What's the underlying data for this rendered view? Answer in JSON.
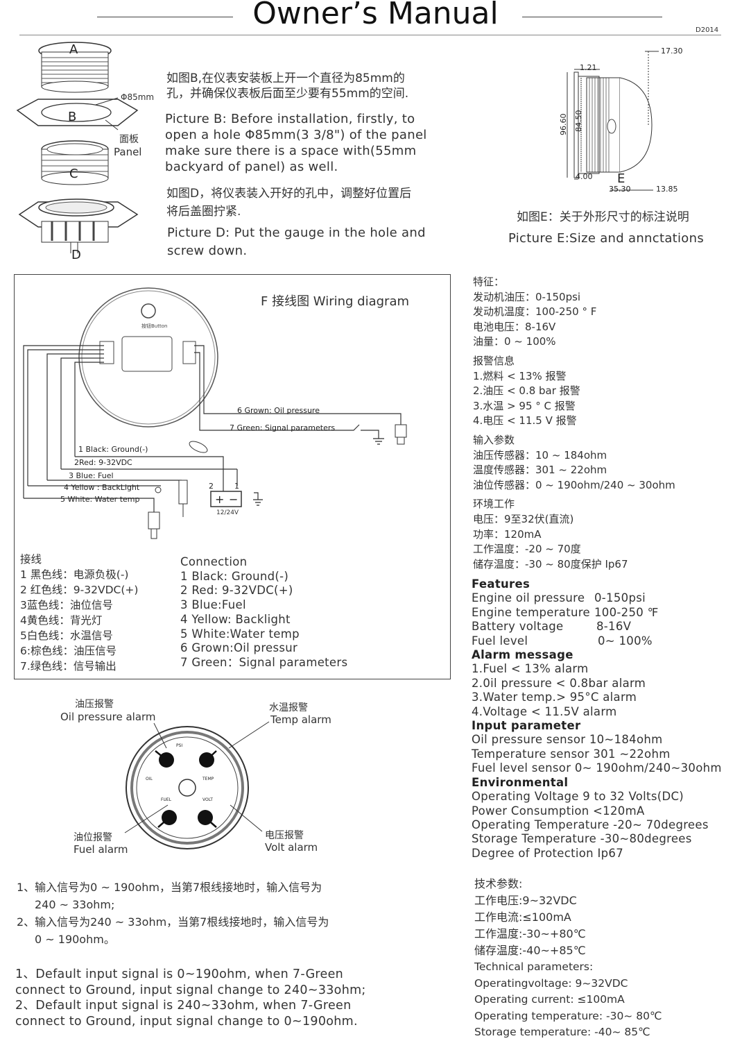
{
  "header": {
    "title": "Owner’s Manual",
    "code": "D2014"
  },
  "install": {
    "labels": {
      "a": "A",
      "b": "B",
      "c": "C",
      "d": "D",
      "hole": "Φ85mm",
      "panel_cn": "面板",
      "panel_en": "Panel"
    },
    "b_cn": [
      "如图B,在仪表安装板上开一个直径为85mm的",
      "孔，并确保仪表板后面至少要有55mm的空间."
    ],
    "b_en": [
      "Picture B: Before installation, firstly, to",
      "open a hole Φ85mm(3 3/8\") of the panel",
      "make sure there is a space with(55mm",
      "backyard of panel) as well."
    ],
    "d_cn": [
      "如图D，将仪表装入开好的孔中，调整好位置后",
      "将后盖圈拧紧."
    ],
    "d_en": [
      "Picture D: Put the gauge in the hole and",
      "screw down."
    ]
  },
  "dimensions": {
    "values": {
      "d1": "17.30",
      "d2": "1.21",
      "d3": "96.60",
      "d4": "84.50",
      "d5": "4.00",
      "d6": "35.30",
      "d7": "13.85",
      "label": "E"
    },
    "caption_cn": "如图E：关于外形尺寸的标注说明",
    "caption_en": "Picture E:Size and annctations"
  },
  "wiring": {
    "title": "F 接线图 Wiring diagram",
    "button_label": "按钮Button",
    "voltage_label": "12/24V",
    "wire_nums": [
      "2",
      "1"
    ],
    "wires": [
      "6 Grown: Oil pressure",
      "7 Green: Signal parameters",
      "1 Black: Ground(-)",
      "2Red: 9-32VDC",
      "3 Blue: Fuel",
      "4 Yellow : BackLight",
      "5 White: Water temp"
    ],
    "conn_cn_title": "接线",
    "conn_cn": [
      "1 黑色线：电源负极(-)",
      "2 红色线：9-32VDC(+)",
      "3蓝色线：油位信号",
      "4黄色线：背光灯",
      "5白色线：水温信号",
      "6:棕色线：油压信号",
      "7.绿色线：信号输出"
    ],
    "conn_en_title": "Connection",
    "conn_en": [
      "1 Black: Ground(-)",
      "2 Red: 9-32VDC(+)",
      "3 Blue:Fuel",
      "4 Yellow: Backlight",
      "5 White:Water temp",
      "6 Grown:Oil pressur",
      "7 Green：Signal parameters"
    ]
  },
  "specs_cn": {
    "features_title": "特征：",
    "features": [
      "发动机油压：0-150psi",
      "发动机温度：100-250 ° F",
      "电池电压：8-16V",
      "油量：0 ~ 100%"
    ],
    "alarm_title": "报警信息",
    "alarm": [
      "1.燃料 < 13% 报警",
      "2.油压 < 0.8 bar 报警",
      "3.水温 > 95 ° C 报警",
      "4.电压 < 11.5 V 报警"
    ],
    "input_title": "输入参数",
    "input": [
      "油压传感器：10 ~ 184ohm",
      "温度传感器：301 ~ 22ohm",
      "油位传感器：0 ~ 190ohm/240 ~ 30ohm"
    ],
    "env_title": "环境工作",
    "env": [
      "电压：9至32伏(直流)",
      "功率：120mA",
      " 工作温度：-20 ~ 70度",
      "储存温度：-30 ~ 80度保护 Ip67"
    ]
  },
  "specs_en": {
    "features_title": "Features",
    "features": [
      [
        "Engine oil pressure",
        "0-150psi"
      ],
      [
        "Engine temperature",
        "100-250 ℉"
      ],
      [
        "Battery voltage",
        "8-16V"
      ],
      [
        "Fuel level",
        "0~ 100%"
      ]
    ],
    "alarm_title": "Alarm message",
    "alarm": [
      "1.Fuel < 13% alarm",
      "2.0il pressure < 0.8bar alarm",
      "3.Water temp.> 95°C alarm",
      "4.Voltage < 11.5V alarm"
    ],
    "input_title": "Input parameter",
    "input": [
      "Oil pressure sensor   10~184ohm",
      "Temperature sensor  301 ~22ohm",
      "Fuel level sensor   0~ 190ohm/240~30ohm"
    ],
    "env_title": "Environmental",
    "env": [
      "Operating Voltage 9 to 32 Volts(DC)",
      "Power Consumption <120mA",
      "Operating Temperature -20~ 70degrees",
      "Storage Temperature -30~80degrees",
      "Degree of Protection Ip67"
    ]
  },
  "gauge": {
    "oil_alarm_cn": "油压报警",
    "oil_alarm_en": "Oil pressure alarm",
    "temp_alarm_cn": "水温报警",
    "temp_alarm_en": "Temp alarm",
    "fuel_alarm_cn": "油位报警",
    "fuel_alarm_en": "Fuel alarm",
    "volt_alarm_cn": "电压报警",
    "volt_alarm_en": "Volt alarm",
    "dial": {
      "oil": "OIL",
      "temp": "TEMP",
      "fuel": "FUEL",
      "volt": "VOLT",
      "psi": "PSI"
    }
  },
  "notes": {
    "cn": [
      "1、输入信号为0 ~ 190ohm，当第7根线接地时，输入信号为",
      "240 ~ 33ohm;",
      "2、输入信号为240 ~ 33ohm，当第7根线接地时，输入信号为",
      "0 ~ 190ohm。"
    ],
    "en": [
      "1、Default input signal is 0~190ohm, when 7-Green",
      "connect to Ground, input signal change to 240~33ohm;",
      "2、Default input signal is 240~33ohm, when 7-Green",
      "connect to Ground, input signal change to 0~190ohm."
    ]
  },
  "tech": {
    "cn_title": "技术参数:",
    "cn": [
      "工作电压:9~32VDC",
      "工作电流:≤100mA",
      "工作温度:-30~+80℃",
      "储存温度:-40~+85℃"
    ],
    "en_title": "Technical parameters:",
    "en": [
      "Operatingvoltage: 9~32VDC",
      "Operating current: ≤100mA",
      "Operating temperature: -30~ 80℃",
      "Storage temperature: -40~ 85℃"
    ]
  }
}
